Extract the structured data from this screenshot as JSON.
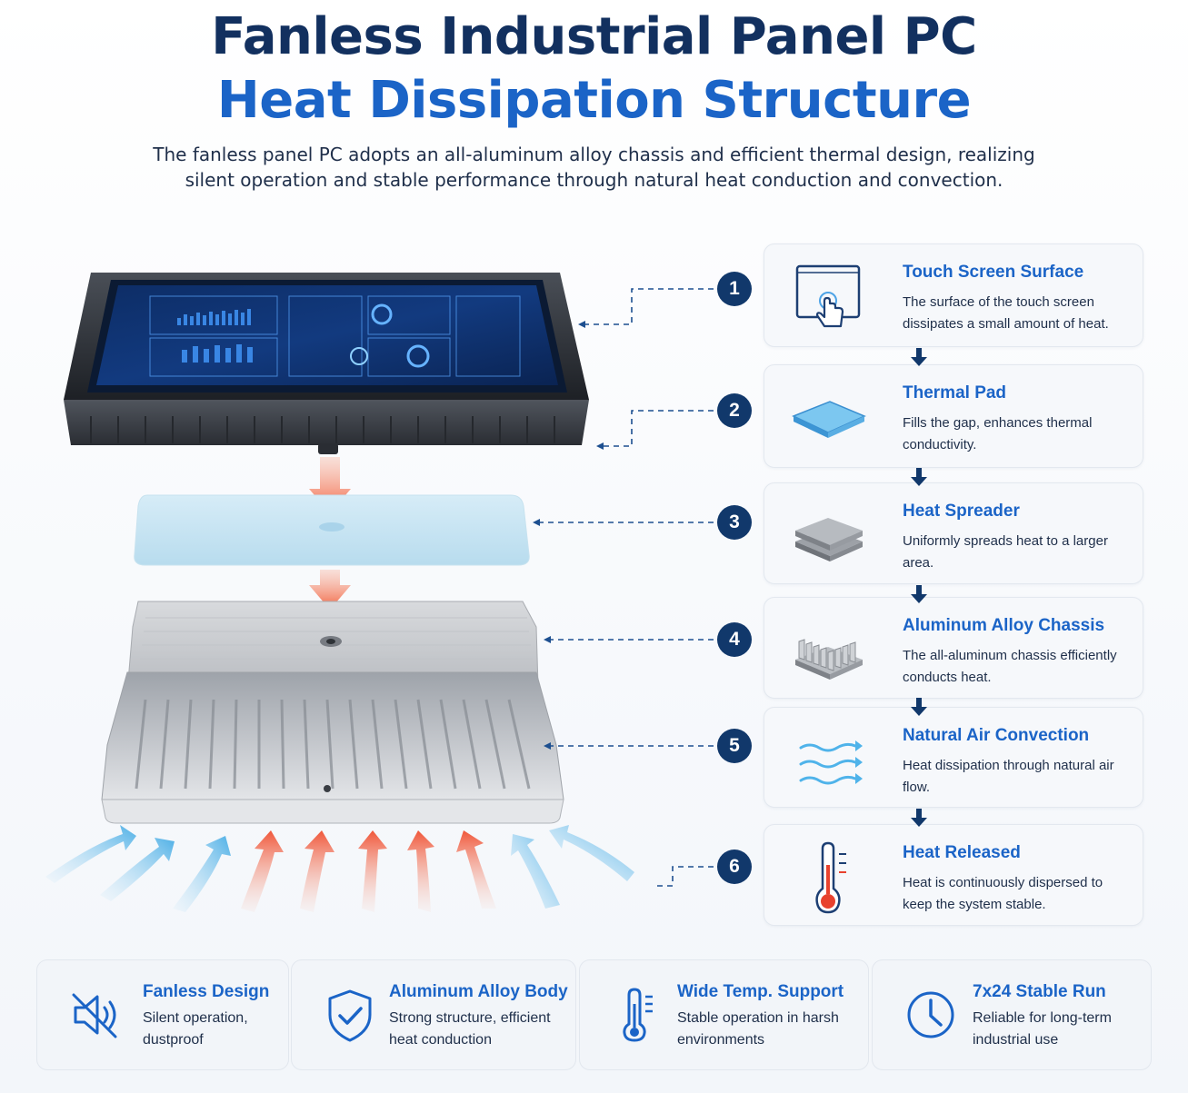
{
  "header": {
    "title_line1": "Fanless Industrial Panel PC",
    "title_line2": "Heat Dissipation Structure",
    "subtitle": "The fanless panel PC adopts an all-aluminum alloy chassis and efficient thermal design, realizing silent operation and stable performance through natural heat conduction and convection."
  },
  "steps": [
    {
      "number": "1",
      "title": "Touch Screen Surface",
      "description": "The surface of the touch screen dissipates a small amount of heat.",
      "icon": "touch-screen-icon"
    },
    {
      "number": "2",
      "title": "Thermal Pad",
      "description": "Fills the gap, enhances thermal conductivity.",
      "icon": "thermal-pad-icon"
    },
    {
      "number": "3",
      "title": "Heat Spreader",
      "description": "Uniformly spreads heat to a larger area.",
      "icon": "heat-spreader-icon"
    },
    {
      "number": "4",
      "title": "Aluminum Alloy Chassis",
      "description": "The all-aluminum chassis efficiently conducts heat.",
      "icon": "heatsink-icon"
    },
    {
      "number": "5",
      "title": "Natural Air Convection",
      "description": "Heat dissipation through natural air flow.",
      "icon": "air-flow-icon"
    },
    {
      "number": "6",
      "title": "Heat Released",
      "description": "Heat is continuously dispersed to keep the system stable.",
      "icon": "thermometer-icon"
    }
  ],
  "features": [
    {
      "title": "Fanless Design",
      "description": "Silent operation, dustproof",
      "icon": "speaker-mute-icon"
    },
    {
      "title": "Aluminum Alloy Body",
      "description": "Strong structure, efficient heat conduction",
      "icon": "shield-check-icon"
    },
    {
      "title": "Wide Temp. Support",
      "description": "Stable operation in harsh environments",
      "icon": "thermometer-icon"
    },
    {
      "title": "7x24 Stable Run",
      "description": "Reliable for long-term industrial use",
      "icon": "clock-icon"
    }
  ],
  "colors": {
    "title_dark": "#12305f",
    "accent_blue": "#1b64c7",
    "badge_navy": "#11386b",
    "heat_red": "#f26a4b",
    "cool_blue": "#5bb8ea"
  }
}
